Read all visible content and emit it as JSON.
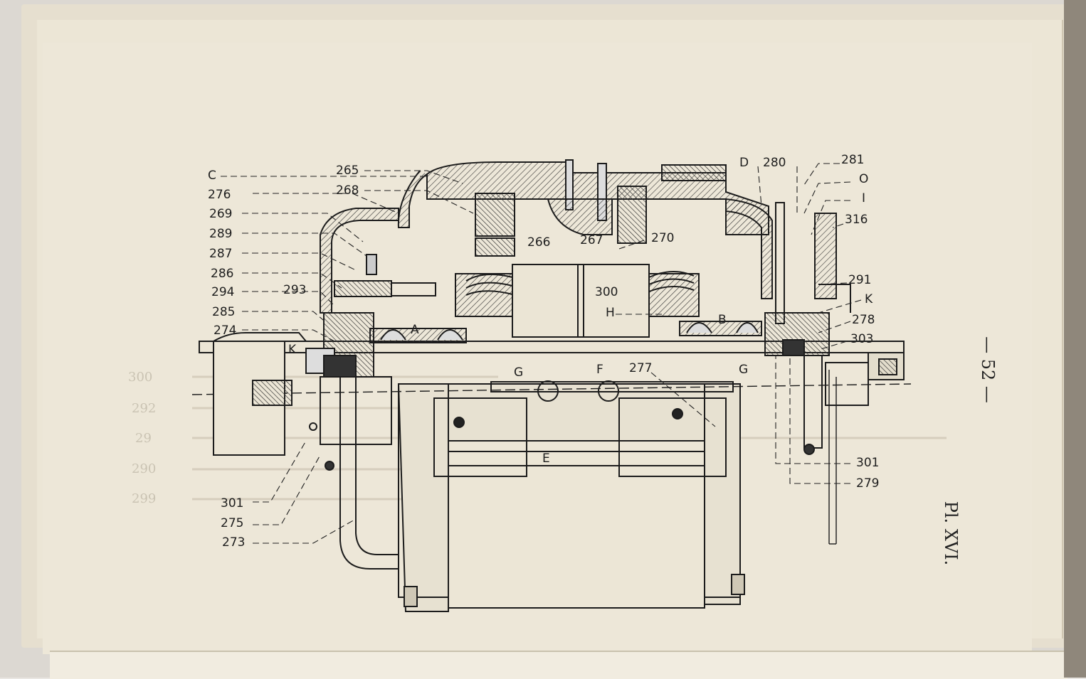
{
  "page_number": "— 52 —",
  "plate_title": "Pl. XVI.",
  "labels": {
    "C": "C",
    "n276": "276",
    "n269": "269",
    "n289": "289",
    "n287": "287",
    "n286": "286",
    "n294": "294",
    "n293": "293",
    "n285": "285",
    "n274": "274",
    "K_left": "K",
    "n301_left": "301",
    "n275": "275",
    "n273": "273",
    "n265": "265",
    "n268": "268",
    "n266": "266",
    "n267": "267",
    "n270": "270",
    "n300": "300",
    "H": "H",
    "A": "A",
    "B": "B",
    "G_left": "G",
    "F": "F",
    "n277": "277",
    "G_right": "G",
    "E": "E",
    "D": "D",
    "n280": "280",
    "n281": "281",
    "O": "O",
    "I": "I",
    "n316": "316",
    "n291": "291",
    "K_right": "K",
    "n278": "278",
    "n303": "303",
    "n301_right": "301",
    "n279": "279"
  },
  "bleed_through_text": [
    "300",
    "292",
    "29",
    "290",
    "299"
  ]
}
